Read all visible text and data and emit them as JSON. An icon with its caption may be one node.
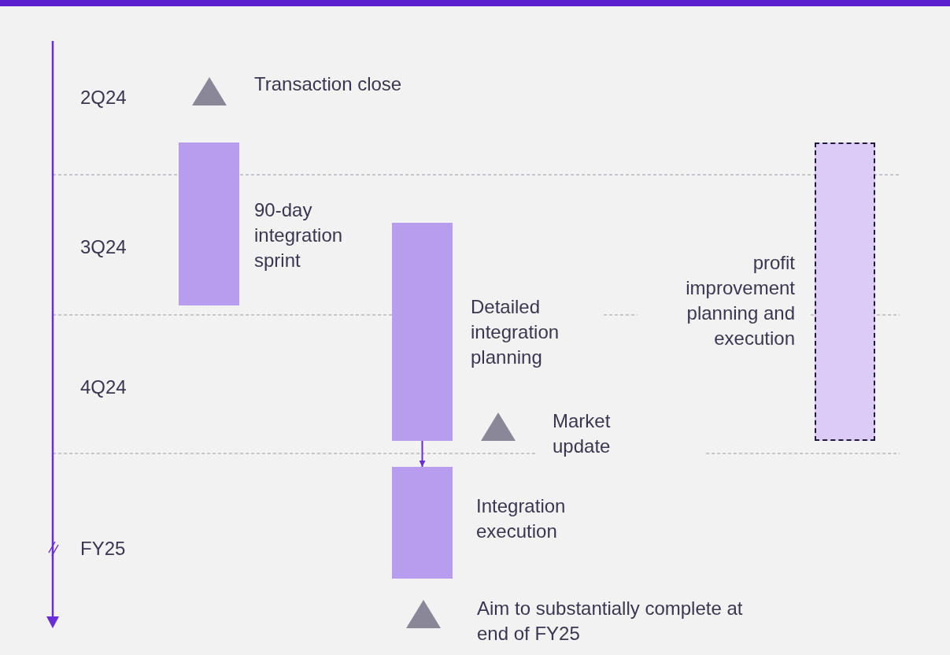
{
  "diagram": {
    "nodes": [
      {
        "text": [],
        "shape": "triangle",
        "beside": [
          "Transaction close"
        ]
      },
      {
        "text": [],
        "shape": "bar",
        "beside": [
          "90-day integration sprint"
        ]
      },
      {
        "text": [],
        "shape": "bar",
        "beside": [
          "profit improvement planning and execution"
        ]
      },
      {
        "text": [],
        "shape": "bar",
        "beside": [
          "Detailed integration planning"
        ]
      },
      {
        "text": [],
        "shape": "triangle",
        "beside": [
          "Market update"
        ]
      },
      {
        "text": [],
        "shape": "bar",
        "beside": [
          "Integration execution"
        ]
      },
      {
        "text": [],
        "shape": "triangle",
        "beside": [
          "Aim to substantially complete at end of FY25"
        ]
      }
    ],
    "edges": [
      {
        "from": 3,
        "to": 5,
        "arrow": "to"
      }
    ],
    "labels": [
      "2Q24",
      "3Q24",
      "4Q24",
      "FY25"
    ]
  }
}
